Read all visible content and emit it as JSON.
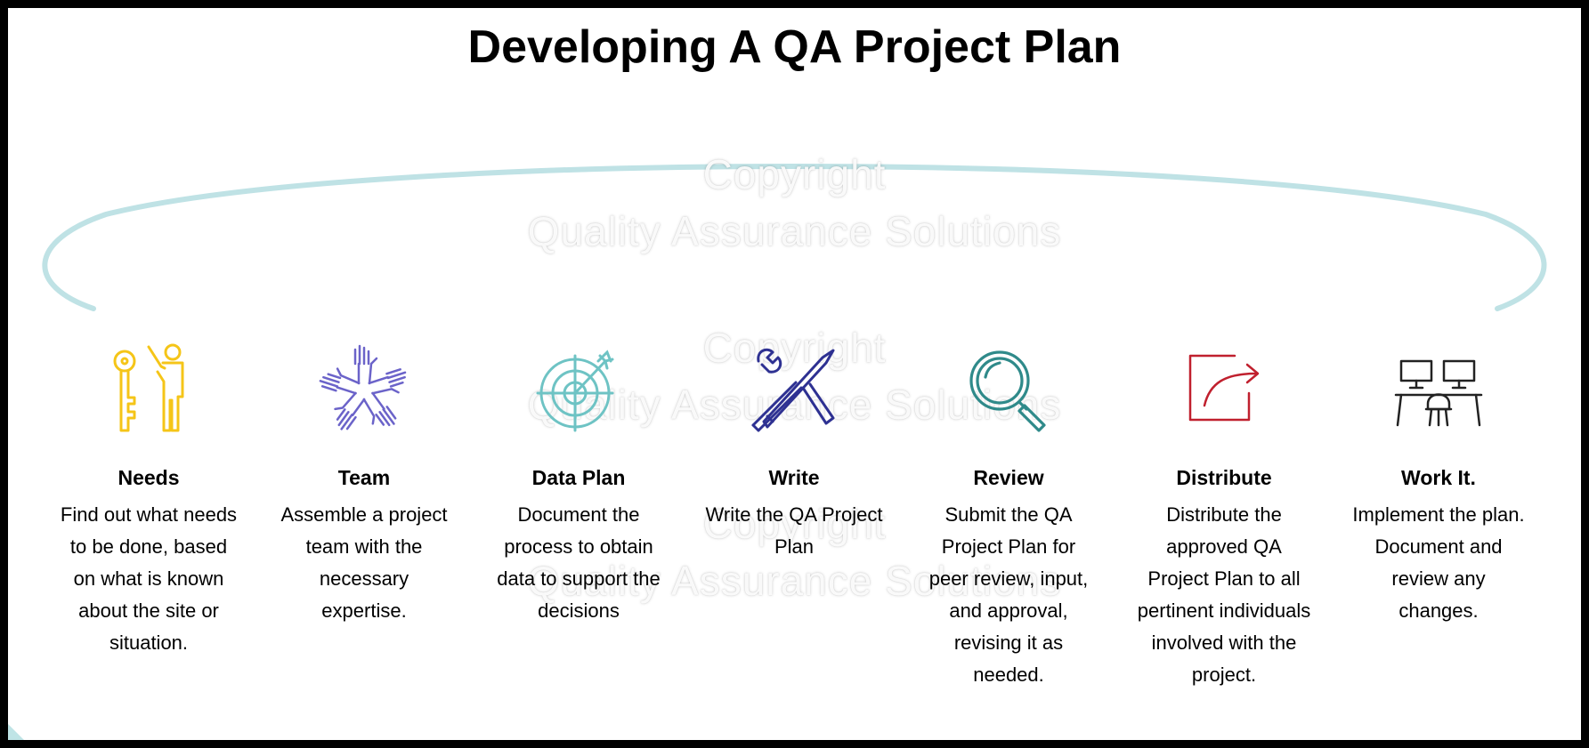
{
  "title": "Developing A QA Project Plan",
  "watermark": {
    "line1": "Copyright",
    "line2": "Quality Assurance Solutions"
  },
  "colors": {
    "arc": "#bfe2e5",
    "needs": "#f5c518",
    "team": "#6b63c9",
    "data_plan": "#6ec3c4",
    "write": "#2e3192",
    "review": "#2f8a8a",
    "distribute": "#c0202e",
    "work_it": "#222222"
  },
  "steps": [
    {
      "icon": "key-person-icon",
      "title": "Needs",
      "desc": "Find out what needs to be done, based on what is known about the site or situation."
    },
    {
      "icon": "hands-team-icon",
      "title": "Team",
      "desc": "Assemble a project team with the necessary expertise."
    },
    {
      "icon": "target-icon",
      "title": "Data Plan",
      "desc": "Document the process to obtain data to support the decisions"
    },
    {
      "icon": "tools-icon",
      "title": "Write",
      "desc": "Write the QA Project Plan"
    },
    {
      "icon": "magnifier-icon",
      "title": "Review",
      "desc": "Submit the QA Project Plan for peer review, input, and approval, revising it as needed."
    },
    {
      "icon": "share-icon",
      "title": "Distribute",
      "desc": "Distribute the approved QA Project Plan to all pertinent individuals involved with the project."
    },
    {
      "icon": "workstation-icon",
      "title": "Work It.",
      "desc": "Implement the plan. Document and review any changes."
    }
  ]
}
